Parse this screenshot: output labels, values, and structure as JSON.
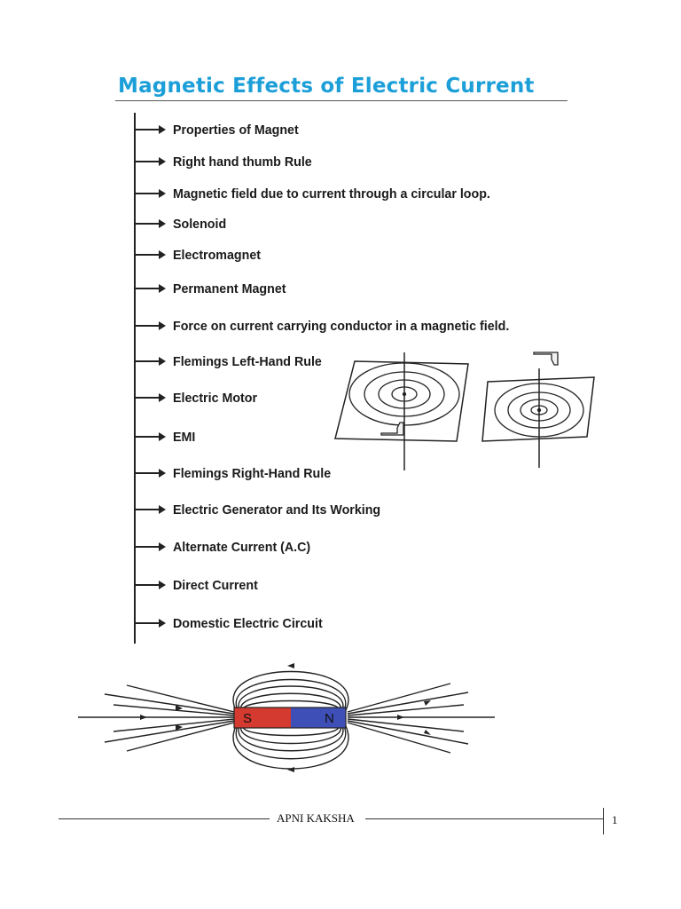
{
  "title": "Magnetic Effects of Electric Current",
  "topics": [
    "Properties of Magnet",
    "Right hand thumb Rule",
    "Magnetic field due to current through a circular loop.",
    "Solenoid",
    "Electromagnet",
    "Permanent Magnet",
    "Force on current carrying conductor in a magnetic field.",
    "Flemings Left-Hand Rule",
    "Electric Motor",
    "EMI",
    "Flemings Right-Hand Rule",
    "Electric Generator and Its Working",
    "Alternate Current (A.C)",
    "Direct Current",
    "Domestic Electric Circuit"
  ],
  "magnet": {
    "south_label": "S",
    "north_label": "N",
    "south_color": "#d43a2f",
    "north_color": "#3f4fb8"
  },
  "colors": {
    "title": "#1c9fd8"
  },
  "footer": {
    "text": "APNI KAKSHA",
    "page_number": "1"
  }
}
